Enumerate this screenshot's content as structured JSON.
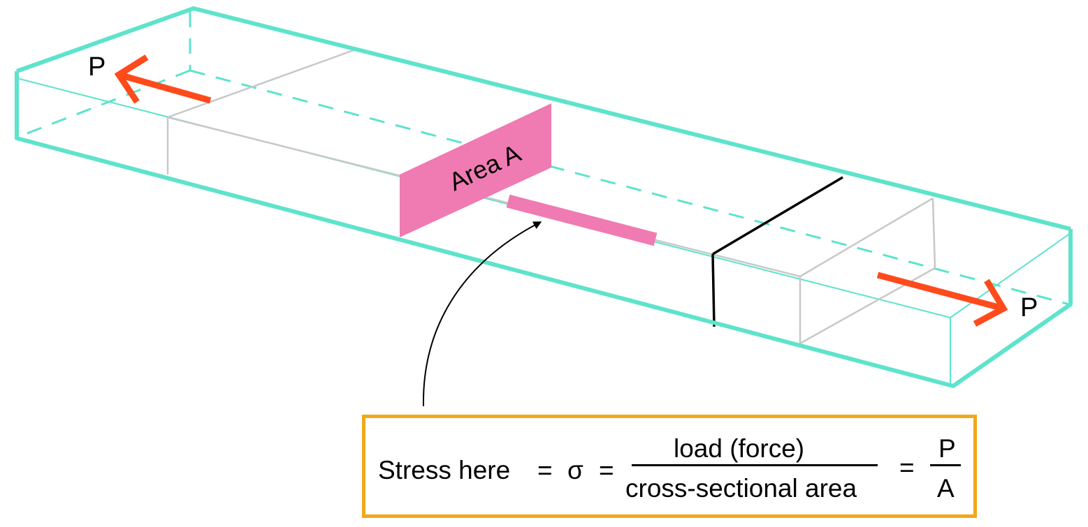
{
  "labels": {
    "load_left": "P",
    "load_right": "P",
    "area": "Area A"
  },
  "formula": {
    "lhs": "Stress here",
    "eq1": "=",
    "sigma": "σ",
    "eq2": "=",
    "numerator": "load (force)",
    "denominator": "cross-sectional area",
    "eq3": "=",
    "numerator2": "P",
    "denominator2": "A"
  },
  "colors": {
    "bar_outline": "#5EE3CC",
    "section_fill": "#EF7BB2",
    "load_arrow": "#FF4A1C",
    "box_border": "#F2A71B",
    "hidden_lines": "#C8C8C8"
  }
}
